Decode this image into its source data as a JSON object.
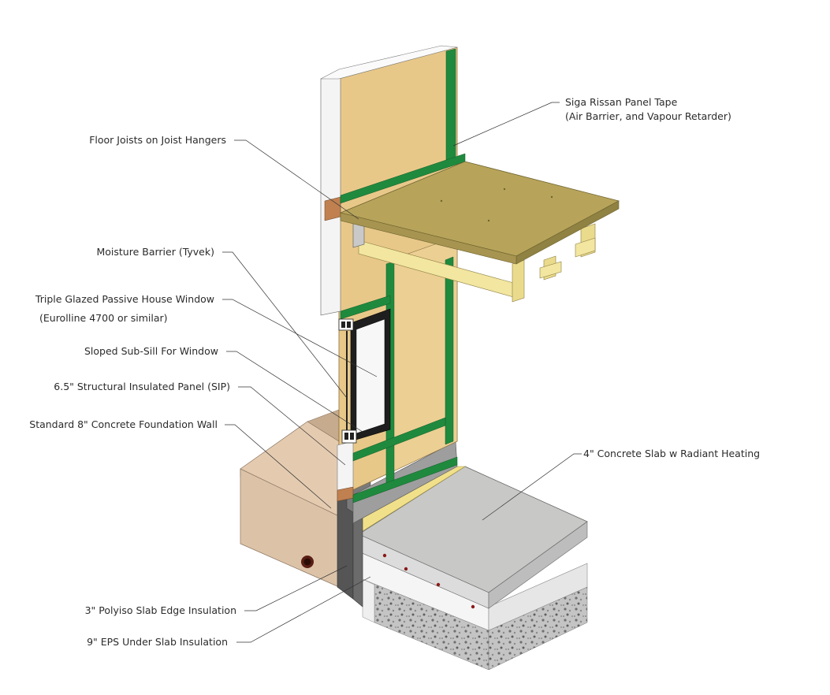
{
  "labels": {
    "siga_tape_line1": "Siga Rissan Panel Tape",
    "siga_tape_line2": "(Air Barrier, and Vapour Retarder)",
    "floor_joists": "Floor Joists on Joist Hangers",
    "moisture_barrier": "Moisture Barrier (Tyvek)",
    "window_line1": "Triple Glazed Passive House Window",
    "window_line2": "(Eurolline 4700 or similar)",
    "sub_sill": "Sloped Sub-Sill For Window",
    "sip": "6.5\" Structural Insulated Panel (SIP)",
    "foundation_wall": "Standard 8\" Concrete Foundation Wall",
    "concrete_slab": "4\" Concrete Slab w Radiant Heating",
    "polyiso": "3\" Polyiso Slab Edge Insulation",
    "eps": "9\" EPS Under Slab Insulation"
  },
  "colors": {
    "osb": "#e9c98a",
    "osb_shade": "#d9b679",
    "tape": "#1f8a3e",
    "plywood": "#b7a45a",
    "plywood_edge": "#8f8242",
    "joist": "#f2e6a0",
    "concrete": "#c9c9c7",
    "foundation": "#dcc3a8",
    "foundation_shade": "#c6ab8e",
    "eps": "#f3f3f3",
    "gravel": "#b8b8b8",
    "polyiso": "#f3e38a",
    "dark_wall": "#555555",
    "window_frame": "#1e1e1e"
  }
}
